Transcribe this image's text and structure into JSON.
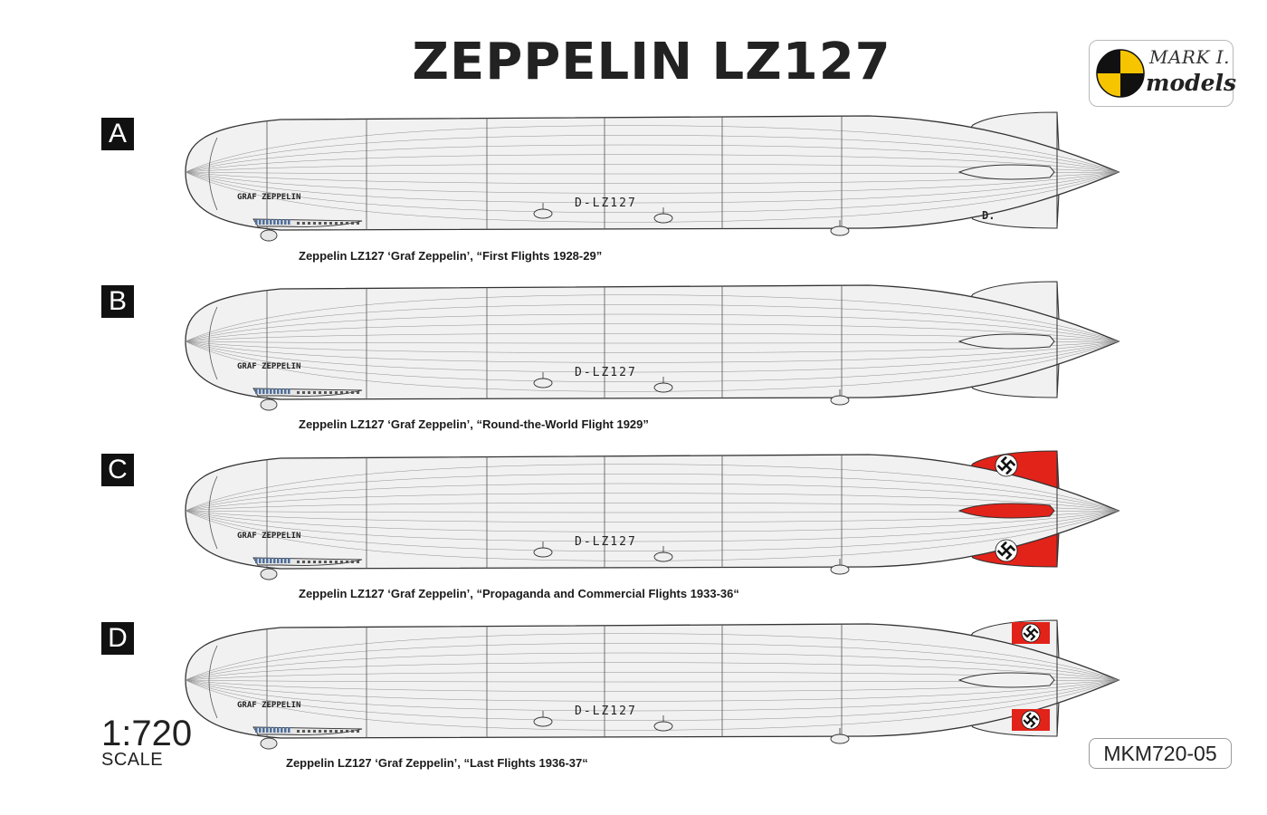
{
  "title": "ZEPPELIN LZ127",
  "logo": {
    "line1": "MARK I.",
    "line2": "models",
    "colors": {
      "yellow": "#f6c500",
      "black": "#111111"
    }
  },
  "colors": {
    "hull": "#f1f1f1",
    "outline": "#333333",
    "red_marking": "#e2231a"
  },
  "variants": [
    {
      "letter": "A",
      "hull_name": "GRAF ZEPPELIN",
      "registration": "D-LZ127",
      "tail_code": "D.",
      "marking": "none",
      "caption": "Zeppelin LZ127 ‘Graf Zeppelin’, “First Flights 1928-29”"
    },
    {
      "letter": "B",
      "hull_name": "GRAF ZEPPELIN",
      "registration": "D-LZ127",
      "tail_code": "",
      "marking": "none",
      "caption": "Zeppelin LZ127 ‘Graf Zeppelin’, “Round-the-World Flight 1929”"
    },
    {
      "letter": "C",
      "hull_name": "GRAF ZEPPELIN",
      "registration": "D-LZ127",
      "tail_code": "",
      "marking": "red_fins",
      "caption": "Zeppelin LZ127 ‘Graf Zeppelin’, “Propaganda and Commercial Flights 1933-36“"
    },
    {
      "letter": "D",
      "hull_name": "GRAF ZEPPELIN",
      "registration": "D-LZ127",
      "tail_code": "",
      "marking": "flag_panels",
      "caption": "Zeppelin LZ127 ‘Graf Zeppelin’, “Last Flights 1936-37“"
    }
  ],
  "scale": {
    "ratio": "1:720",
    "label": "SCALE"
  },
  "product_code": "MKM720-05"
}
